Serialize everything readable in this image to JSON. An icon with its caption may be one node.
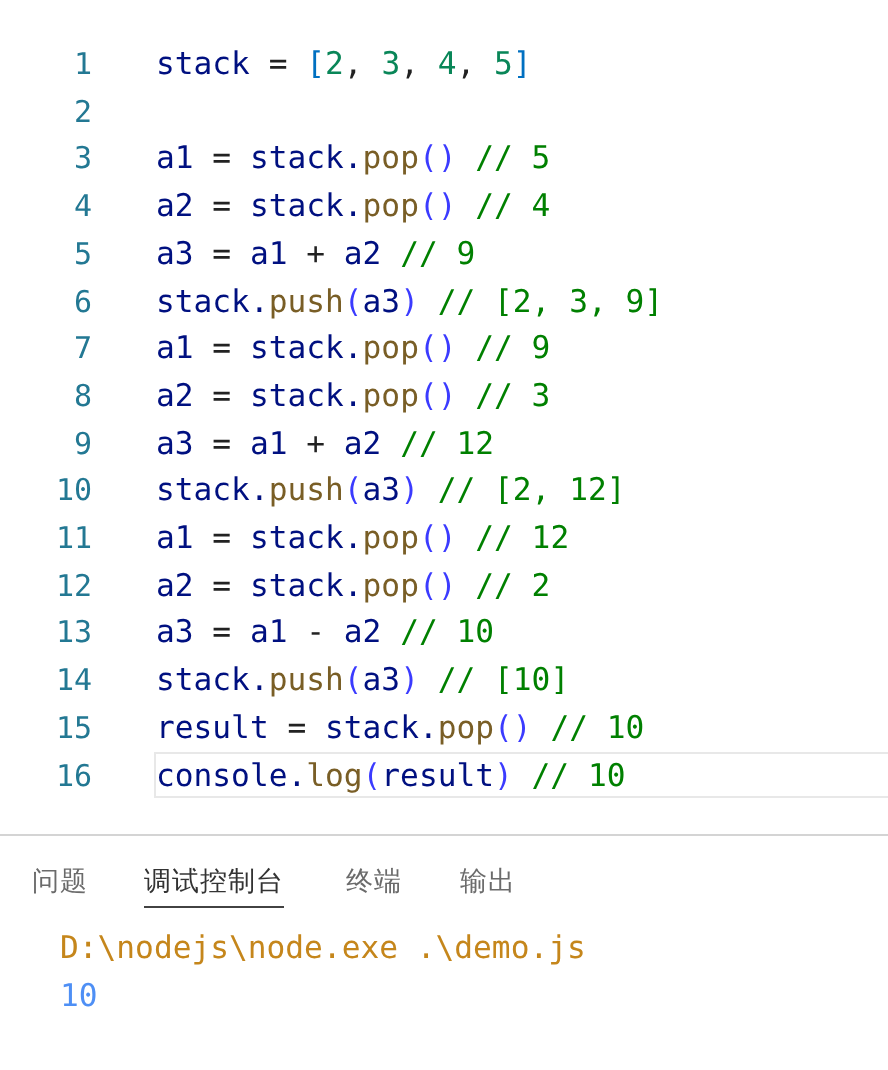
{
  "diagram": {
    "labels": [
      "1",
      "stack = [2, 3, 4, 5]",
      "2",
      "3",
      "a1 = stack.pop() // 5",
      "4",
      "a2 = stack.pop() // 4",
      "5",
      "a3 = a1 + a2 // 9",
      "6",
      "stack.push(a3) // [2, 3, 9]",
      "7",
      "a1 = stack.pop() // 9",
      "8",
      "a2 = stack.pop() // 3",
      "9",
      "a3 = a1 + a2 // 12",
      "10",
      "stack.push(a3) // [2, 12]",
      "11",
      "a1 = stack.pop() // 12",
      "12",
      "a2 = stack.pop() // 2",
      "13",
      "a3 = a1 - a2 // 10",
      "14",
      "stack.push(a3) // [10]",
      "15",
      "result = stack.pop() // 10",
      "16",
      "console.log(result) // 10",
      "问题",
      "调试控制台",
      "终端",
      "输出",
      "D:\\nodejs\\node.exe .\\demo.js",
      "10"
    ]
  }
}
